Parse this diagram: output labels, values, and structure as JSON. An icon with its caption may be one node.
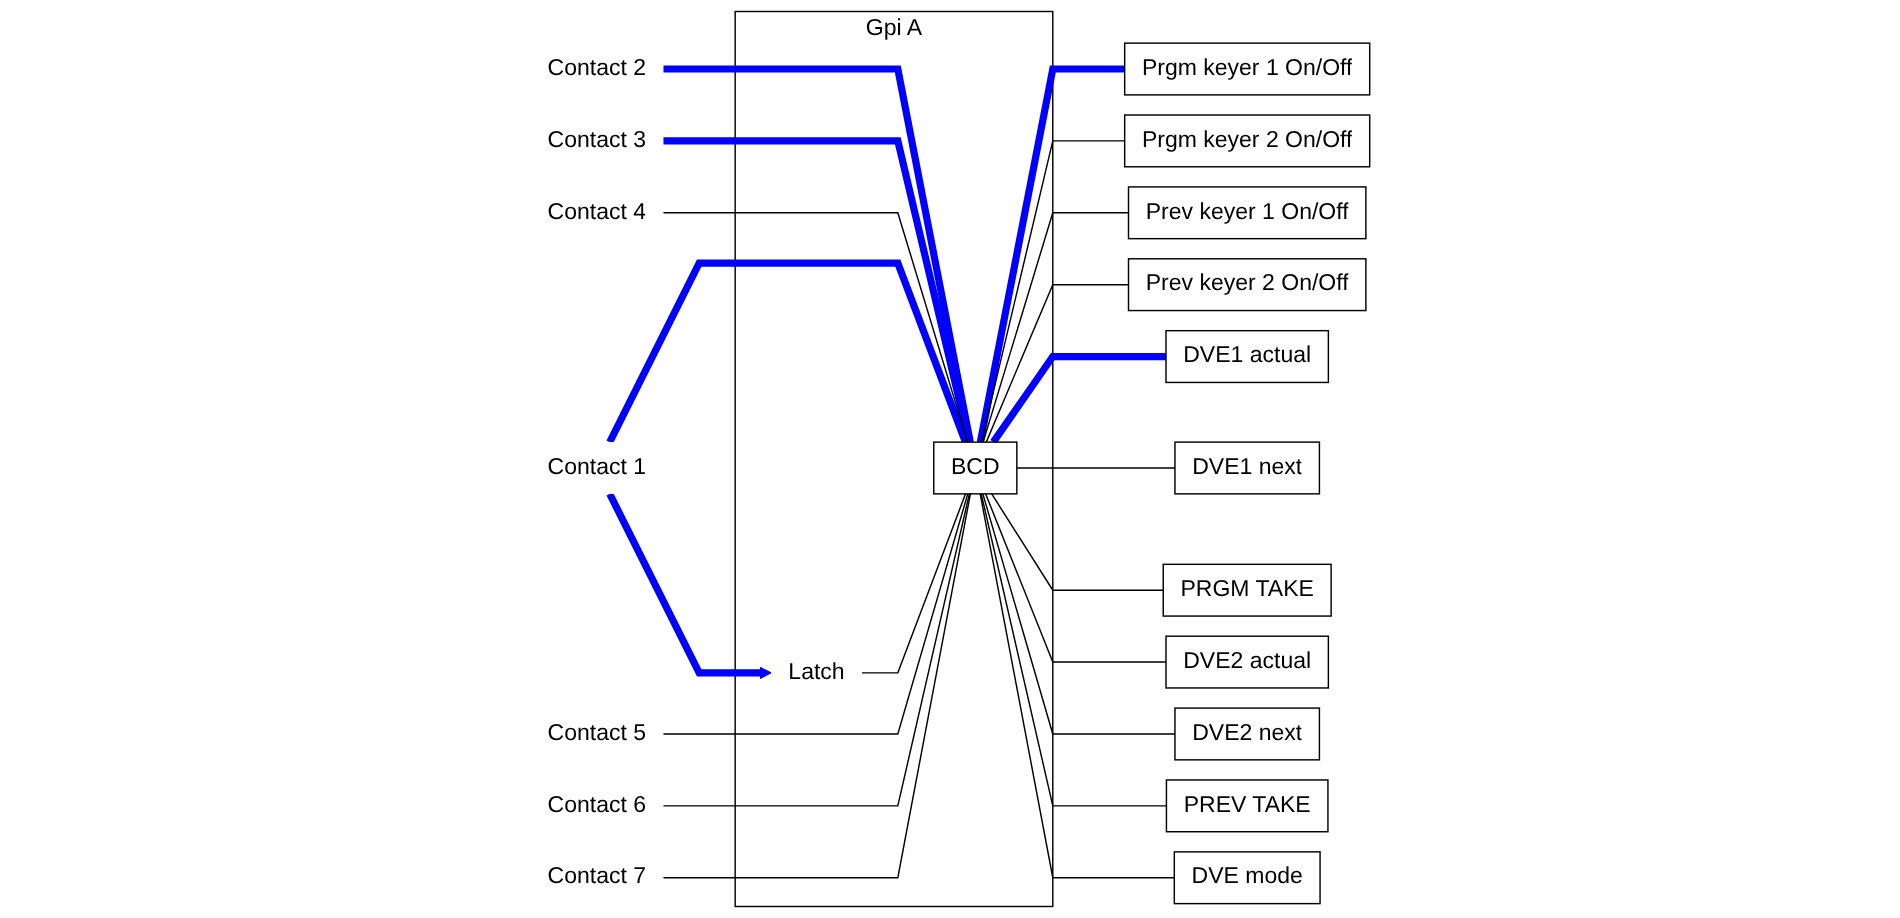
{
  "diagram": {
    "nodes": [
      {
        "text": [
          "Contact 1"
        ]
      },
      {
        "text": [
          "Contact 2"
        ]
      },
      {
        "text": [
          "Contact 3"
        ]
      },
      {
        "text": [
          "Contact 4"
        ]
      },
      {
        "text": [
          "Contact 5"
        ]
      },
      {
        "text": [
          "Contact 6"
        ]
      },
      {
        "text": [
          "Contact 7"
        ]
      },
      {
        "text": [
          "Gpi A"
        ]
      },
      {
        "text": [
          "BCD"
        ],
        "in": 7
      },
      {
        "text": [
          "Latch"
        ],
        "in": 7
      },
      {
        "text": [
          "Prgm keyer 1 On/Off"
        ]
      },
      {
        "text": [
          "Prgm keyer 2 On/Off"
        ]
      },
      {
        "text": [
          "Prev keyer 1 On/Off"
        ]
      },
      {
        "text": [
          "Prev keyer 2 On/Off"
        ]
      },
      {
        "text": [
          "DVE1 actual"
        ]
      },
      {
        "text": [
          "DVE1 next"
        ]
      },
      {
        "text": [
          "PRGM TAKE"
        ]
      },
      {
        "text": [
          "DVE2 actual"
        ]
      },
      {
        "text": [
          "DVE2 next"
        ]
      },
      {
        "text": [
          "PREV TAKE"
        ]
      },
      {
        "text": [
          "DVE mode"
        ]
      }
    ],
    "edges": [
      {
        "from": 0,
        "to": 8,
        "arrow": "none",
        "style": "thick",
        "color": "#0000ff"
      },
      {
        "from": 1,
        "to": 8,
        "arrow": "none",
        "style": "thick",
        "color": "#0000ff"
      },
      {
        "from": 2,
        "to": 8,
        "arrow": "none",
        "style": "thick",
        "color": "#0000ff"
      },
      {
        "from": 3,
        "to": 8,
        "arrow": "none"
      },
      {
        "from": 4,
        "to": 8,
        "arrow": "none"
      },
      {
        "from": 5,
        "to": 8,
        "arrow": "none"
      },
      {
        "from": 6,
        "to": 8,
        "arrow": "none"
      },
      {
        "from": 0,
        "to": 9,
        "arrow": "to",
        "style": "thick",
        "color": "#0000ff"
      },
      {
        "from": 9,
        "to": 8,
        "arrow": "none"
      },
      {
        "from": 8,
        "to": 10,
        "arrow": "none",
        "style": "thick",
        "color": "#0000ff"
      },
      {
        "from": 8,
        "to": 11,
        "arrow": "none"
      },
      {
        "from": 8,
        "to": 12,
        "arrow": "none"
      },
      {
        "from": 8,
        "to": 13,
        "arrow": "none"
      },
      {
        "from": 8,
        "to": 14,
        "arrow": "none",
        "style": "thick",
        "color": "#0000ff"
      },
      {
        "from": 8,
        "to": 15,
        "arrow": "none"
      },
      {
        "from": 8,
        "to": 16,
        "arrow": "none"
      },
      {
        "from": 8,
        "to": 17,
        "arrow": "none"
      },
      {
        "from": 8,
        "to": 18,
        "arrow": "none"
      },
      {
        "from": 8,
        "to": 19,
        "arrow": "none"
      },
      {
        "from": 8,
        "to": 20,
        "arrow": "none"
      }
    ]
  }
}
